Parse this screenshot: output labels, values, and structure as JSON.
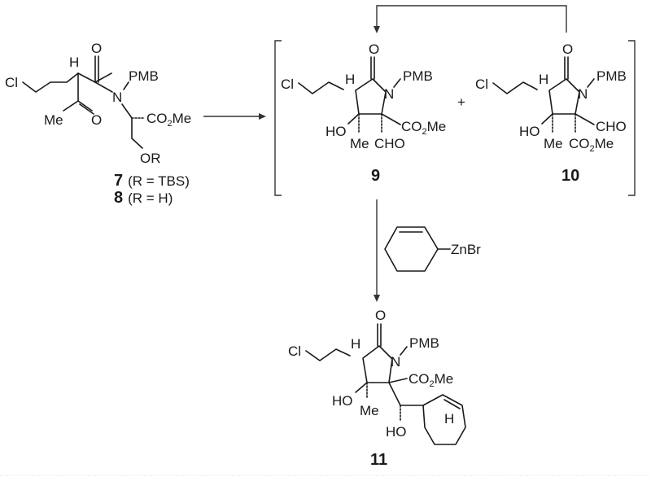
{
  "scheme": {
    "compound_7_8": {
      "labels": {
        "cl": "Cl",
        "h": "H",
        "o_top": "O",
        "n": "N",
        "pmb": "PMB",
        "co2me_a": "CO",
        "co2me_sub": "2",
        "co2me_b": "Me",
        "me": "Me",
        "o_ketone": "O",
        "or": "OR"
      },
      "caption_7_num": "7",
      "caption_7_text": "(R = TBS)",
      "caption_8_num": "8",
      "caption_8_text": "(R = H)"
    },
    "compound_9": {
      "labels": {
        "cl": "Cl",
        "h": "H",
        "o": "O",
        "n": "N",
        "pmb": "PMB",
        "ho": "HO",
        "co2me_a": "CO",
        "co2me_sub": "2",
        "co2me_b": "Me",
        "me": "Me",
        "cho": "CHO"
      },
      "number": "9"
    },
    "plus": "+",
    "compound_10": {
      "labels": {
        "cl": "Cl",
        "h": "H",
        "o": "O",
        "n": "N",
        "pmb": "PMB",
        "ho": "HO",
        "cho": "CHO",
        "me": "Me",
        "co2me_a": "CO",
        "co2me_sub": "2",
        "co2me_b": "Me"
      },
      "number": "10"
    },
    "reagent": {
      "label": "ZnBr",
      "description": "cyclohex-2-enylzinc bromide"
    },
    "compound_11": {
      "labels": {
        "cl": "Cl",
        "h": "H",
        "o": "O",
        "n": "N",
        "pmb": "PMB",
        "co2me_a": "CO",
        "co2me_sub": "2",
        "co2me_b": "Me",
        "ho": "HO",
        "me": "Me",
        "ho2": "HO",
        "h2": "H"
      },
      "number": "11"
    },
    "colors": {
      "ink": "#1a1a1a",
      "arrow": "#333333",
      "background": "#ffffff"
    }
  }
}
